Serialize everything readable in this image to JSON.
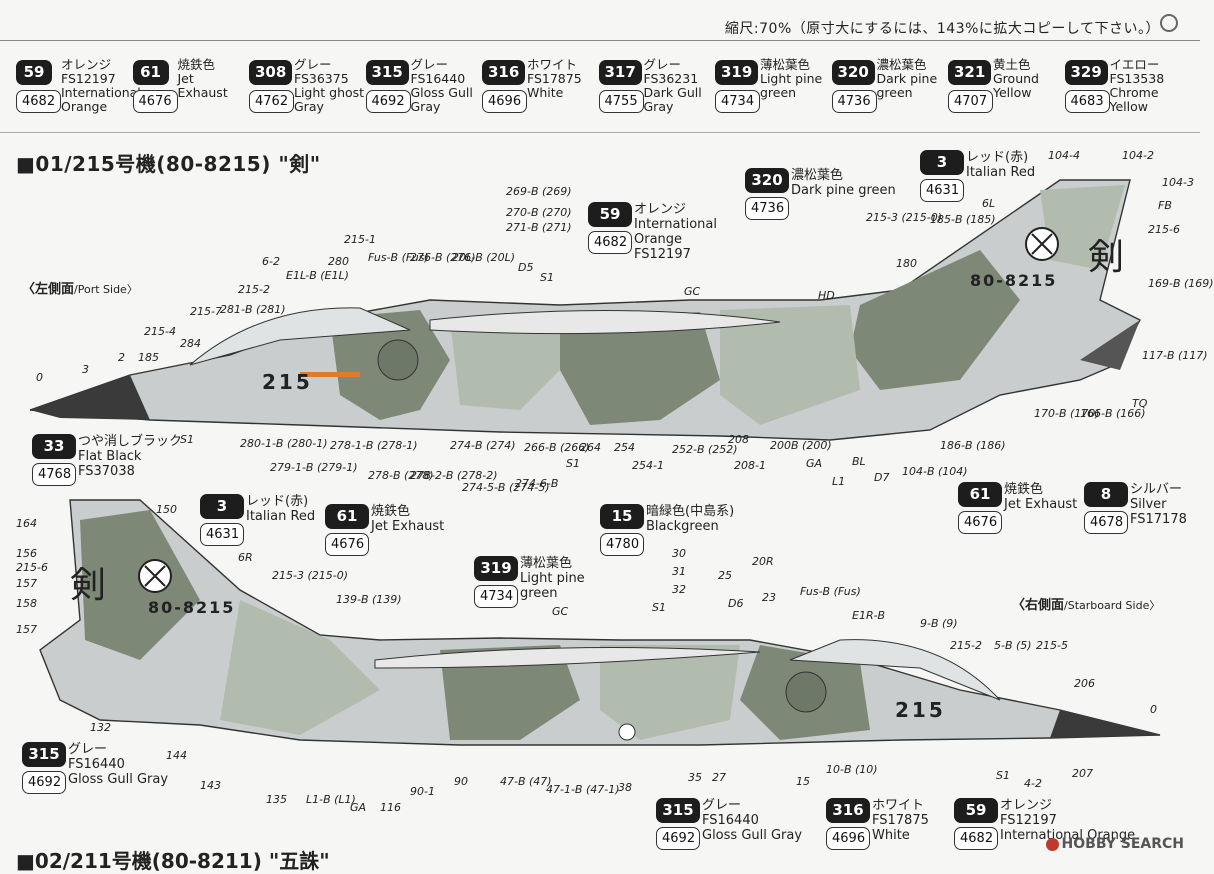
{
  "header": {
    "scale_note": "縮尺:70%（原寸大にするには、143%に拡大コピーして下さい。）"
  },
  "legend": [
    {
      "code": "59",
      "mr": "4682",
      "lines": [
        "オレンジ",
        "FS12197",
        "International",
        "Orange"
      ]
    },
    {
      "code": "61",
      "mr": "4676",
      "lines": [
        "焼鉄色",
        "Jet",
        "Exhaust"
      ]
    },
    {
      "code": "308",
      "mr": "4762",
      "lines": [
        "グレー",
        "FS36375",
        "Light ghost",
        "Gray"
      ]
    },
    {
      "code": "315",
      "mr": "4692",
      "lines": [
        "グレー",
        "FS16440",
        "Gloss Gull",
        "Gray"
      ]
    },
    {
      "code": "316",
      "mr": "4696",
      "lines": [
        "ホワイト",
        "FS17875",
        "White"
      ]
    },
    {
      "code": "317",
      "mr": "4755",
      "lines": [
        "グレー",
        "FS36231",
        "Dark Gull",
        "Gray"
      ]
    },
    {
      "code": "319",
      "mr": "4734",
      "lines": [
        "薄松葉色",
        "Light pine",
        "green"
      ]
    },
    {
      "code": "320",
      "mr": "4736",
      "lines": [
        "濃松葉色",
        "Dark pine",
        "green"
      ]
    },
    {
      "code": "321",
      "mr": "4707",
      "lines": [
        "黄土色",
        "Ground",
        "Yellow"
      ]
    },
    {
      "code": "329",
      "mr": "4683",
      "lines": [
        "イエロー",
        "FS13538",
        "Chrome",
        "Yellow"
      ]
    }
  ],
  "section1": {
    "title": "■01/215号機(80-8215) \"剣\"",
    "port_label": "〈左側面",
    "port_label_en": "/Port Side〉",
    "starboard_label": "〈右側面",
    "starboard_label_en": "/Starboard Side〉",
    "tail_code": "80-8215",
    "nose_number": "215",
    "tail_kanji": "剣"
  },
  "callouts": {
    "c320": {
      "code": "320",
      "mr": "4736",
      "lines": [
        "濃松葉色",
        "Dark pine green"
      ]
    },
    "c59a": {
      "code": "59",
      "mr": "4682",
      "lines": [
        "オレンジ",
        "International",
        "Orange",
        "FS12197"
      ]
    },
    "c3a": {
      "code": "3",
      "mr": "4631",
      "lines": [
        "レッド(赤)",
        "Italian Red"
      ]
    },
    "c33": {
      "code": "33",
      "mr": "4768",
      "lines": [
        "つや消しブラック",
        "Flat Black",
        "FS37038"
      ]
    },
    "c3b": {
      "code": "3",
      "mr": "4631",
      "lines": [
        "レッド(赤)",
        "Italian Red"
      ]
    },
    "c61a": {
      "code": "61",
      "mr": "4676",
      "lines": [
        "焼鉄色",
        "Jet Exhaust"
      ]
    },
    "c15": {
      "code": "15",
      "mr": "4780",
      "lines": [
        "暗緑色(中島系)",
        "Blackgreen"
      ]
    },
    "c61b": {
      "code": "61",
      "mr": "4676",
      "lines": [
        "焼鉄色",
        "Jet Exhaust"
      ]
    },
    "c8": {
      "code": "8",
      "mr": "4678",
      "lines": [
        "シルバー",
        "Silver",
        "FS17178"
      ]
    },
    "c319": {
      "code": "319",
      "mr": "4734",
      "lines": [
        "薄松葉色",
        "Light pine",
        "green"
      ]
    },
    "c315": {
      "code": "315",
      "mr": "4692",
      "lines": [
        "グレー",
        "FS16440",
        "Gloss Gull Gray"
      ]
    },
    "c315b": {
      "code": "315",
      "mr": "4692",
      "lines": [
        "グレー",
        "FS16440",
        "Gloss Gull Gray"
      ]
    },
    "c316": {
      "code": "316",
      "mr": "4696",
      "lines": [
        "ホワイト",
        "FS17875",
        "White"
      ]
    },
    "c59b": {
      "code": "59",
      "mr": "4682",
      "lines": [
        "オレンジ",
        "FS12197",
        "International Orange"
      ]
    }
  },
  "port_annotations": [
    "269-B (269)",
    "270-B (270)",
    "271-B (271)",
    "215-1",
    "Fus-B (Fus)",
    "276-B (276)",
    "20L-B (20L)",
    "6-2",
    "E1L-B (E1L)",
    "280",
    "D5",
    "S1",
    "215-2",
    "281-B (281)",
    "215-7",
    "215-4",
    "284",
    "2",
    "185",
    "3",
    "0",
    "S1",
    "280-1-B (280-1)",
    "279-1-B (279-1)",
    "278-1-B (278-1)",
    "278-B (278)",
    "278-2-B (278-2)",
    "274-B (274)",
    "274-5-B (274-5)",
    "274-6-B",
    "266-B (266)",
    "S1",
    "264",
    "254",
    "254-1",
    "252-B (252)",
    "208",
    "208-1",
    "200B (200)",
    "GA",
    "L1",
    "BL",
    "D7",
    "104-B (104)",
    "186-B (186)",
    "170-B (170)",
    "166-B (166)",
    "TQ",
    "117-B (117)",
    "169-B (169)",
    "215-6",
    "FB",
    "104-3",
    "104-2",
    "104-4",
    "6L",
    "185-B (185)",
    "215-3 (215-0)",
    "180",
    "HD",
    "GC"
  ],
  "starboard_annotations": [
    "150",
    "164",
    "156",
    "215-6",
    "157",
    "158",
    "157",
    "6R",
    "215-3 (215-0)",
    "139-B (139)",
    "GC",
    "S1",
    "30",
    "31",
    "32",
    "25",
    "D6",
    "20R",
    "23",
    "Fus-B (Fus)",
    "E1R-B",
    "9-B (9)",
    "215-2",
    "5-B (5)",
    "215-5",
    "206",
    "0",
    "132",
    "144",
    "143",
    "135",
    "L1-B (L1)",
    "GA",
    "116",
    "90-1",
    "90",
    "47-B (47)",
    "47-1-B (47-1)",
    "38",
    "35",
    "27",
    "15",
    "10-B (10)",
    "S1",
    "4-2",
    "207"
  ],
  "section2": {
    "title_cut": "■02/211号機(80-8211) \"五誅\""
  },
  "watermark": "HOBBY SEARCH",
  "colors": {
    "dark_green": "#7d8877",
    "light_green": "#b2bcae",
    "gray": "#c9cdce",
    "radome": "#3a3a3a",
    "wing": "#e8e8e8"
  }
}
